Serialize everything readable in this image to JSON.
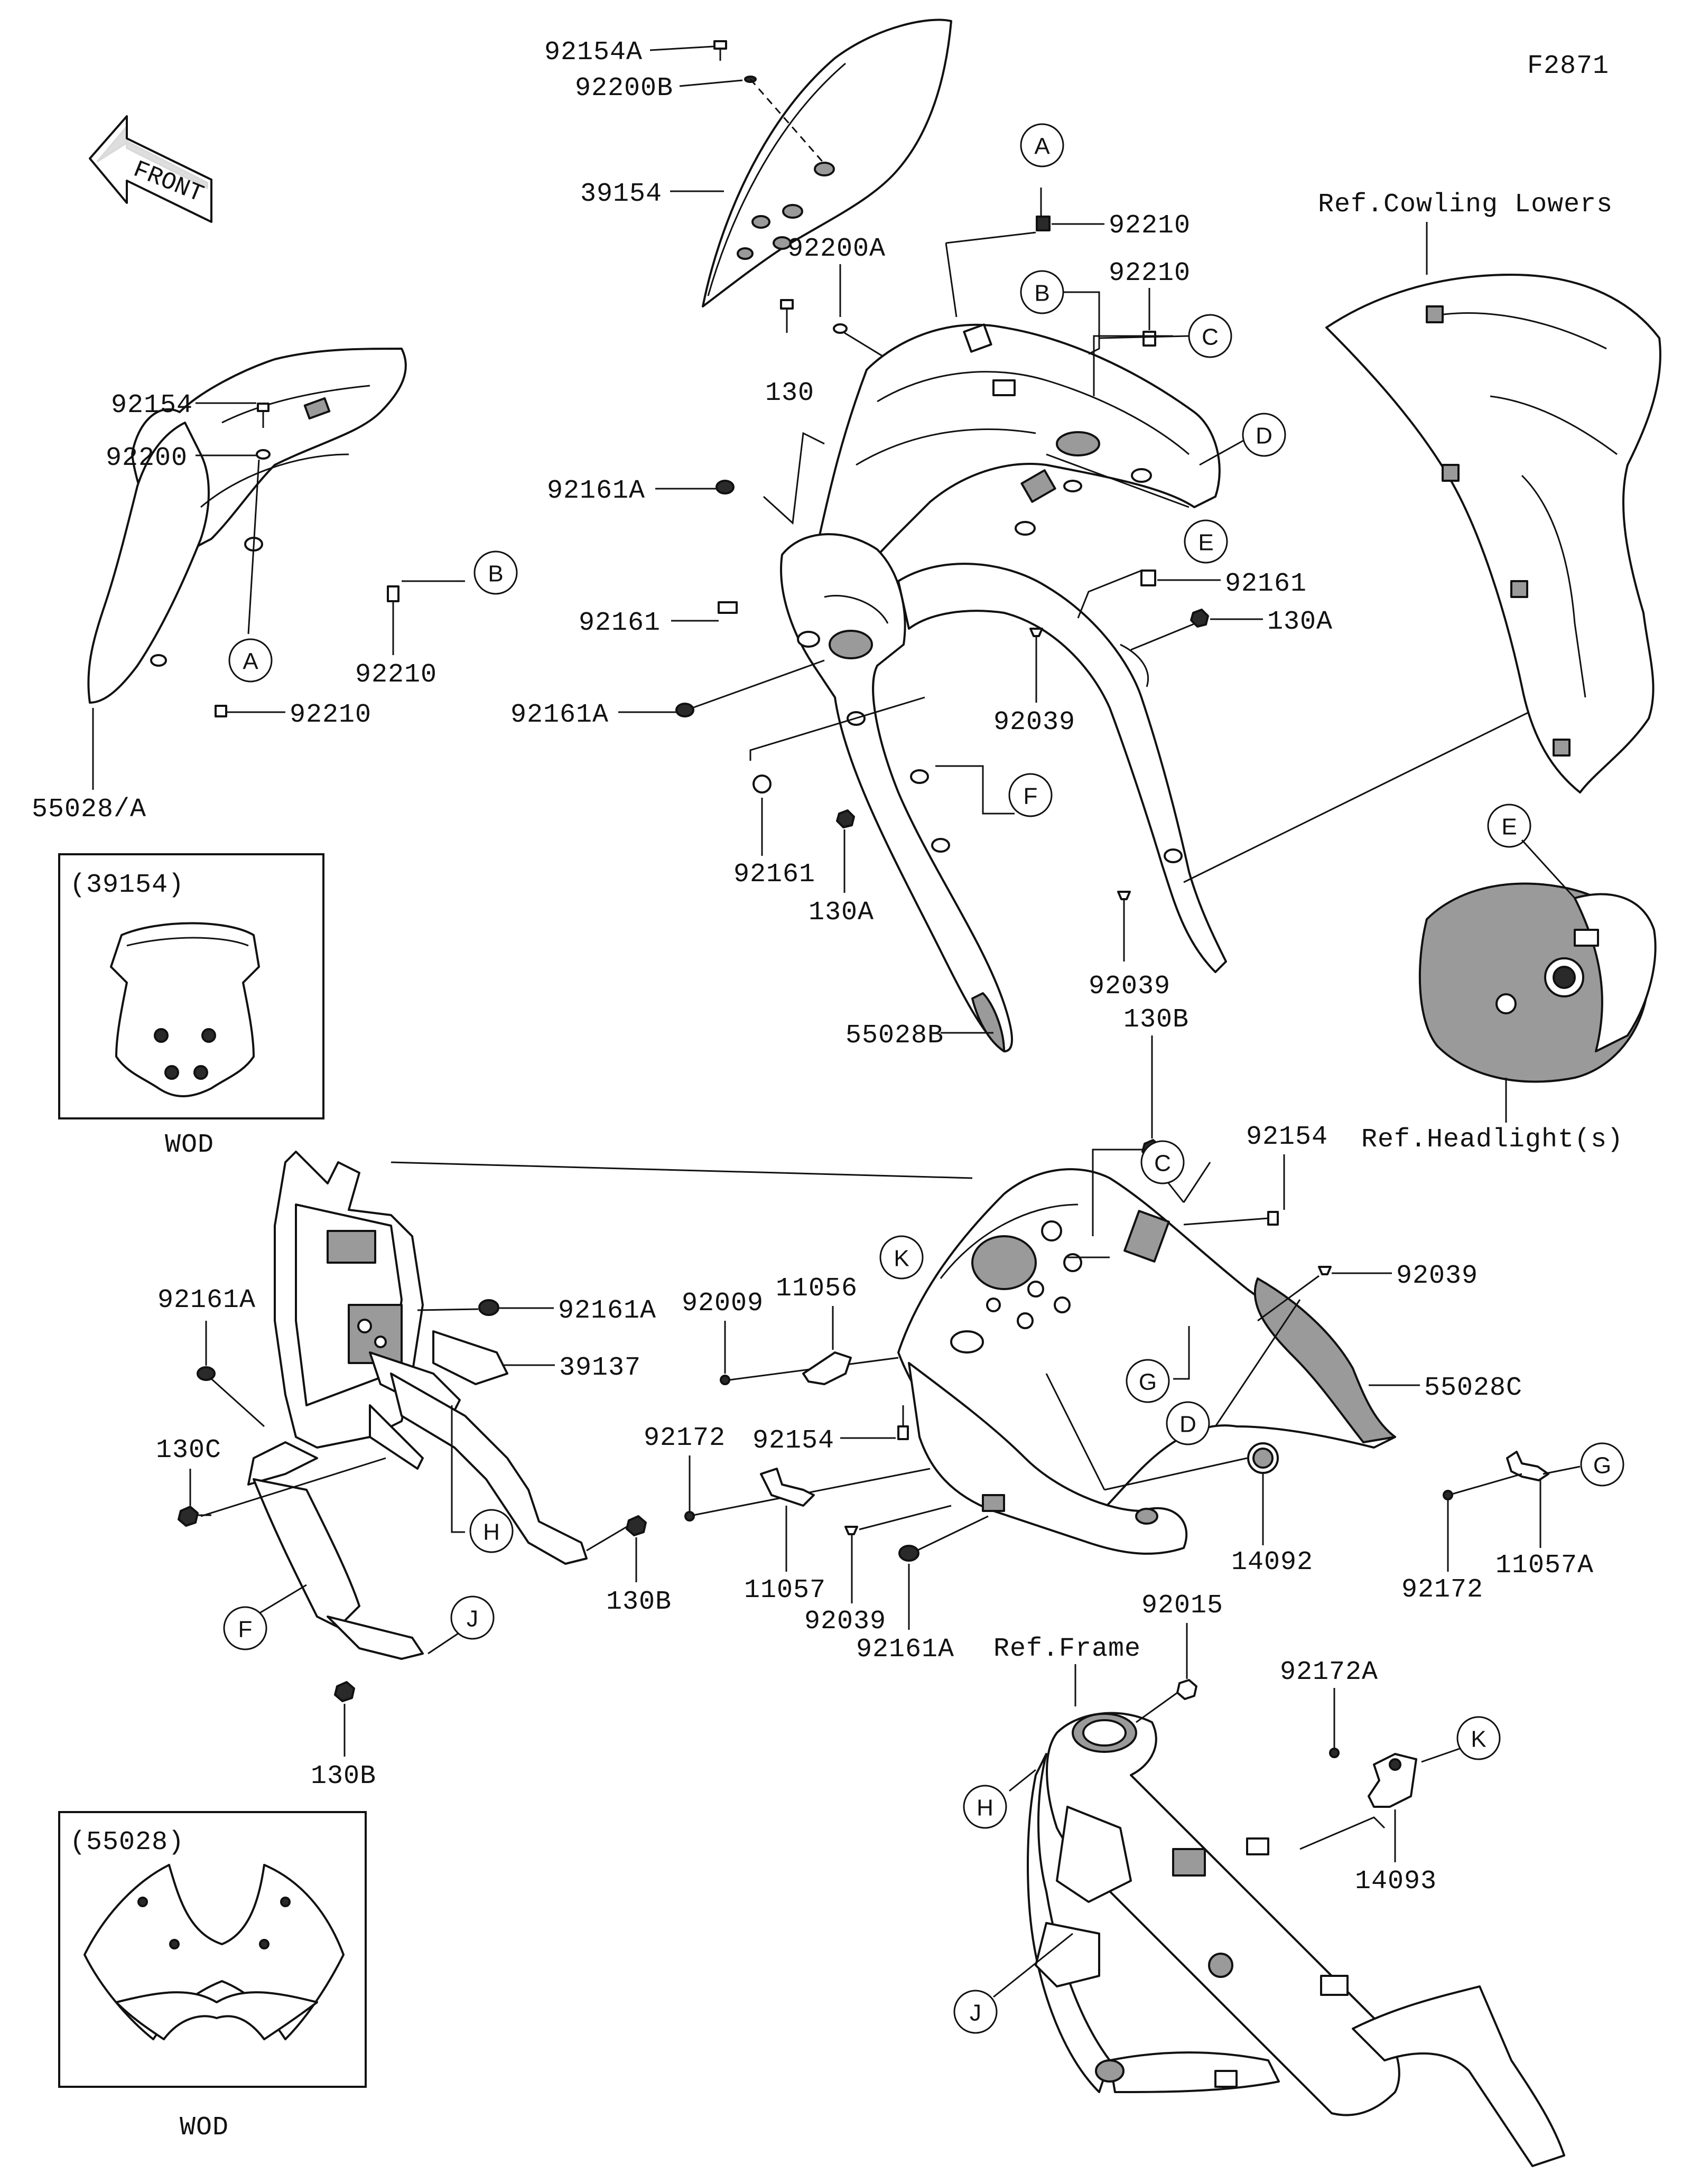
{
  "figure_code": "F2871",
  "front_badge": "FRONT",
  "refs": {
    "cowling_lowers": "Ref.Cowling Lowers",
    "headlights": "Ref.Headlight(s)",
    "frame": "Ref.Frame"
  },
  "inset_windshield": {
    "code": "(39154)",
    "note": "WOD"
  },
  "inset_cowling": {
    "code": "(55028)",
    "note": "WOD"
  },
  "parts": {
    "p92154A": "92154A",
    "p92200B": "92200B",
    "p39154": "39154",
    "p92200A": "92200A",
    "p130_top": "130",
    "p92210_a": "92210",
    "p92210_b": "92210",
    "p92161A_1": "92161A",
    "p92161_1": "92161",
    "p92161A_2": "92161A",
    "p92161_2": "92161",
    "p130A_1": "130A",
    "p92161_3": "92161",
    "p130A_2": "130A",
    "p92039_1": "92039",
    "p92039_2": "92039",
    "p55028B": "55028B",
    "p130B_top": "130B",
    "p92154_l": "92154",
    "p92200_l": "92200",
    "p92210_l1": "92210",
    "p92210_l2": "92210",
    "p55028A": "55028/A",
    "p92161A_3": "92161A",
    "p92161A_4": "92161A",
    "p39137": "39137",
    "p130C": "130C",
    "p130B_mid": "130B",
    "p130B_bot": "130B",
    "p92154_c": "92154",
    "p92039_3": "92039",
    "p55028C": "55028C",
    "p92009": "92009",
    "p11056": "11056",
    "p92154_m": "92154",
    "p92172_1": "92172",
    "p11057": "11057",
    "p92039_4": "92039",
    "p92161A_5": "92161A",
    "p14092": "14092",
    "p92172_2": "92172",
    "p11057A": "11057A",
    "p92015": "92015",
    "p92172A": "92172A",
    "p14093": "14093"
  },
  "callouts": [
    "A",
    "B",
    "C",
    "D",
    "E",
    "F",
    "G",
    "H",
    "J",
    "K"
  ]
}
